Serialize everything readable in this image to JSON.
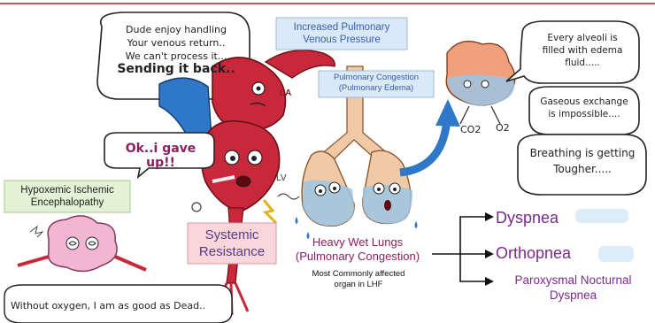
{
  "bubbles": {
    "dude": [
      "Dude enjoy handling",
      "Your venous return..",
      "We can't process it...",
      "Sending it back.."
    ],
    "gave_up": "Ok..i gave up!!",
    "alveoli": [
      "Every alveoli is",
      "filled with edema",
      "fluid....."
    ],
    "gaseous": [
      "Gaseous exchange",
      "is impossible...."
    ],
    "breathing": [
      "Breathing is getting",
      "Tougher....."
    ],
    "without_oxygen": "Without oxygen, I am as good as Dead.."
  },
  "boxes": {
    "increased_pressure": [
      "Increased Pulmonary",
      "Venous Pressure"
    ],
    "pulm_congestion": [
      "Pulmonary Congestion",
      "(Pulmonary Edema)"
    ],
    "hypoxemic": [
      "Hypoxemic Ischemic",
      "Encephalopathy"
    ],
    "systemic": [
      "Systemic",
      "Resistance"
    ]
  },
  "heart_labels": {
    "la": "LA",
    "lv": "LV"
  },
  "gases": {
    "co2": "CO2",
    "o2": "O2"
  },
  "lungs": {
    "title": [
      "Heavy Wet Lungs",
      "(Pulmonary Congestion)"
    ],
    "note": [
      "Most Commonly affected",
      "organ in LHF"
    ]
  },
  "symptoms": [
    "Dyspnea",
    "Orthopnea",
    "Paroxysmal Nocturnal",
    "Dyspnea"
  ],
  "colors": {
    "heart_red": "#c8283a",
    "vein_blue": "#2f78c8",
    "box_blue": "#d9e9f7",
    "box_green": "#e3f1d5",
    "box_pink": "#f8d6da",
    "lung_tan": "#f0c9a6",
    "fluid_blue": "#9cc6e4",
    "symptom_purple": "#7a2a8a"
  }
}
